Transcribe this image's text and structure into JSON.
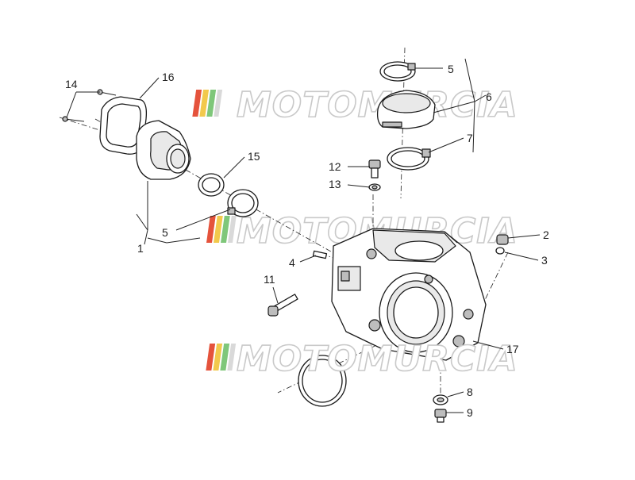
{
  "watermark": {
    "text": "MOTOMURCIA",
    "stripe_colors": [
      "#e5533c",
      "#f2c94c",
      "#7fc77a",
      "#d9d9d9"
    ]
  },
  "callouts": {
    "c1": "1",
    "c2": "2",
    "c3": "3",
    "c4": "4",
    "c5a": "5",
    "c5b": "5",
    "c6": "6",
    "c7": "7",
    "c8": "8",
    "c9": "9",
    "c11": "11",
    "c12": "12",
    "c13": "13",
    "c14": "14",
    "c15": "15",
    "c16": "16",
    "c17": "17"
  }
}
